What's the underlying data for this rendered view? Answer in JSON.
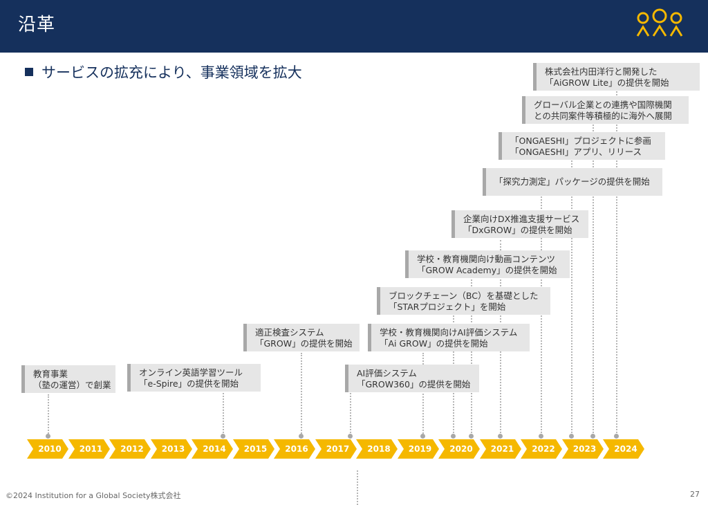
{
  "header": {
    "title": "沿革"
  },
  "subtitle": "サービスの拡充により、事業領域を拡大",
  "colors": {
    "navy": "#15305c",
    "accent": "#f5b800",
    "box": "#e6e6e6",
    "box_border": "#a8a8a8"
  },
  "years": [
    "2010",
    "2011",
    "2012",
    "2013",
    "2014",
    "2015",
    "2016",
    "2017",
    "2018",
    "2019",
    "2020",
    "2021",
    "2022",
    "2023",
    "2024"
  ],
  "events": [
    {
      "lines": [
        "教育事業",
        "（塾の運営）で創業"
      ]
    },
    {
      "lines": [
        "オンライン英語学習ツール",
        "「e-Spire」の提供を開始"
      ]
    },
    {
      "lines": [
        "適正検査システム",
        "「GROW」の提供を開始"
      ]
    },
    {
      "lines": [
        "AI評価システム",
        "「GROW360」の提供を開始"
      ]
    },
    {
      "lines": [
        "学校・教育機関向けAI評価システム",
        "「Ai GROW」の提供を開始"
      ]
    },
    {
      "lines": [
        "ブロックチェーン（BC）を基礎とした",
        "「STARプロジェクト」を開始"
      ]
    },
    {
      "lines": [
        "学校・教育機関向け動画コンテンツ",
        "「GROW Academy」の提供を開始"
      ]
    },
    {
      "lines": [
        "企業向けDX推進支援サービス",
        "「DxGROW」の提供を開始"
      ]
    },
    {
      "lines": [
        "「探究力測定」パッケージの提供を開始"
      ]
    },
    {
      "lines": [
        "「ONGAESHI」プロジェクトに参画",
        "「ONGAESHI」アプリ、リリース"
      ]
    },
    {
      "lines": [
        "グローバル企業との連携や国際機関",
        "との共同案件等積極的に海外へ展開"
      ]
    },
    {
      "lines": [
        "株式会社内田洋行と開発した",
        "「AiGROW Lite」の提供を開始"
      ]
    }
  ],
  "footer": {
    "copyright": "©2024  Institution for a Global Society株式会社",
    "page": "27"
  }
}
